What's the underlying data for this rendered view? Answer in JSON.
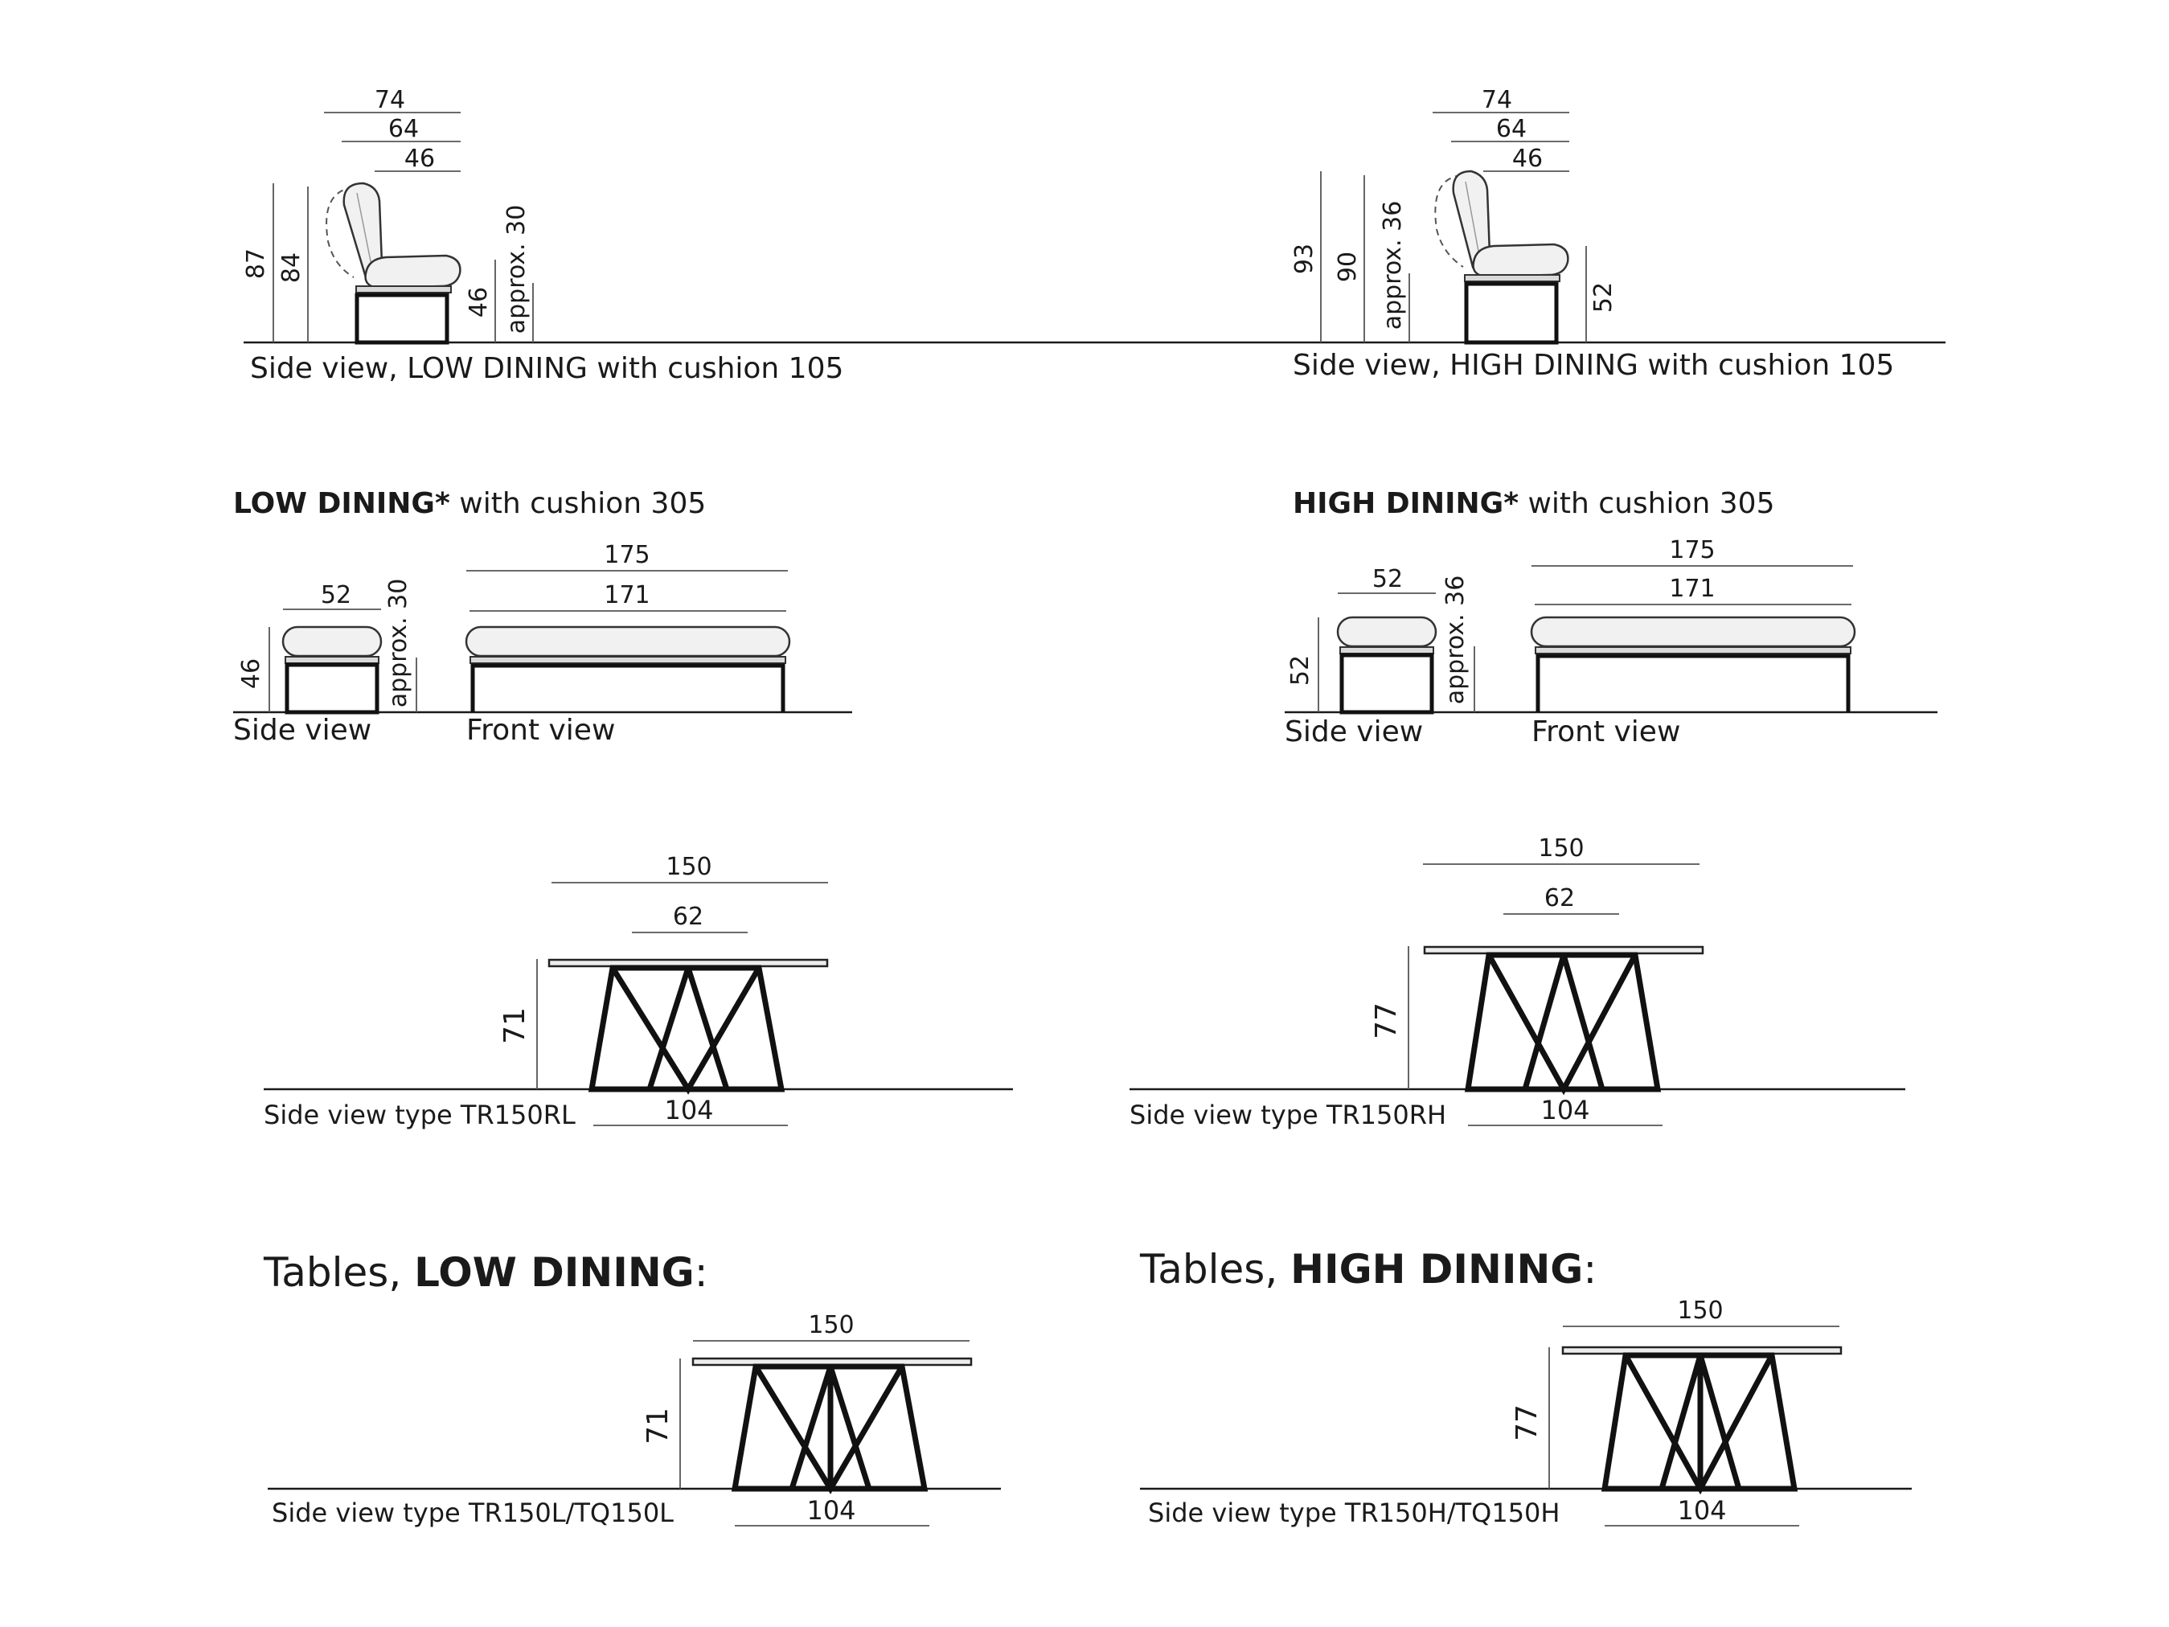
{
  "sections": {
    "low_side": {
      "caption": "Side view, LOW DINING with cushion 105",
      "dims": {
        "w74": "74",
        "w64": "64",
        "w46": "46",
        "h87": "87",
        "h84": "84",
        "h46": "46",
        "approx": "approx. 30"
      }
    },
    "high_side": {
      "caption": "Side view, HIGH DINING with cushion 105",
      "dims": {
        "w74": "74",
        "w64": "64",
        "w46": "46",
        "h93": "93",
        "h90": "90",
        "approx": "approx. 36",
        "h52": "52"
      }
    },
    "low_bench": {
      "title_bold": "LOW DINING*",
      "title_rest": " with cushion 305",
      "side_caption": "Side view",
      "front_caption": "Front view",
      "dims": {
        "d52": "52",
        "h46": "46",
        "approx": "approx. 30",
        "w175": "175",
        "w171": "171"
      }
    },
    "high_bench": {
      "title_bold": "HIGH DINING*",
      "title_rest": " with cushion 305",
      "side_caption": "Side view",
      "front_caption": "Front view",
      "dims": {
        "d52": "52",
        "h52": "52",
        "approx": "approx. 36",
        "w175": "175",
        "w171": "171"
      }
    },
    "table_rl": {
      "caption": "Side view type TR150RL",
      "dims": {
        "w150": "150",
        "w62": "62",
        "h71": "71",
        "w104": "104"
      }
    },
    "table_rh": {
      "caption": "Side view type TR150RH",
      "dims": {
        "w150": "150",
        "w62": "62",
        "h77": "77",
        "w104": "104"
      }
    },
    "tables_low": {
      "title_pre": "Tables, ",
      "title_bold": "LOW DINING",
      "title_post": ":",
      "caption": "Side view type TR150L/TQ150L",
      "dims": {
        "w150": "150",
        "h71": "71",
        "w104": "104"
      }
    },
    "tables_high": {
      "title_pre": "Tables, ",
      "title_bold": "HIGH DINING",
      "title_post": ":",
      "caption": "Side view type TR150H/TQ150H",
      "dims": {
        "w150": "150",
        "h77": "77",
        "w104": "104"
      }
    }
  }
}
